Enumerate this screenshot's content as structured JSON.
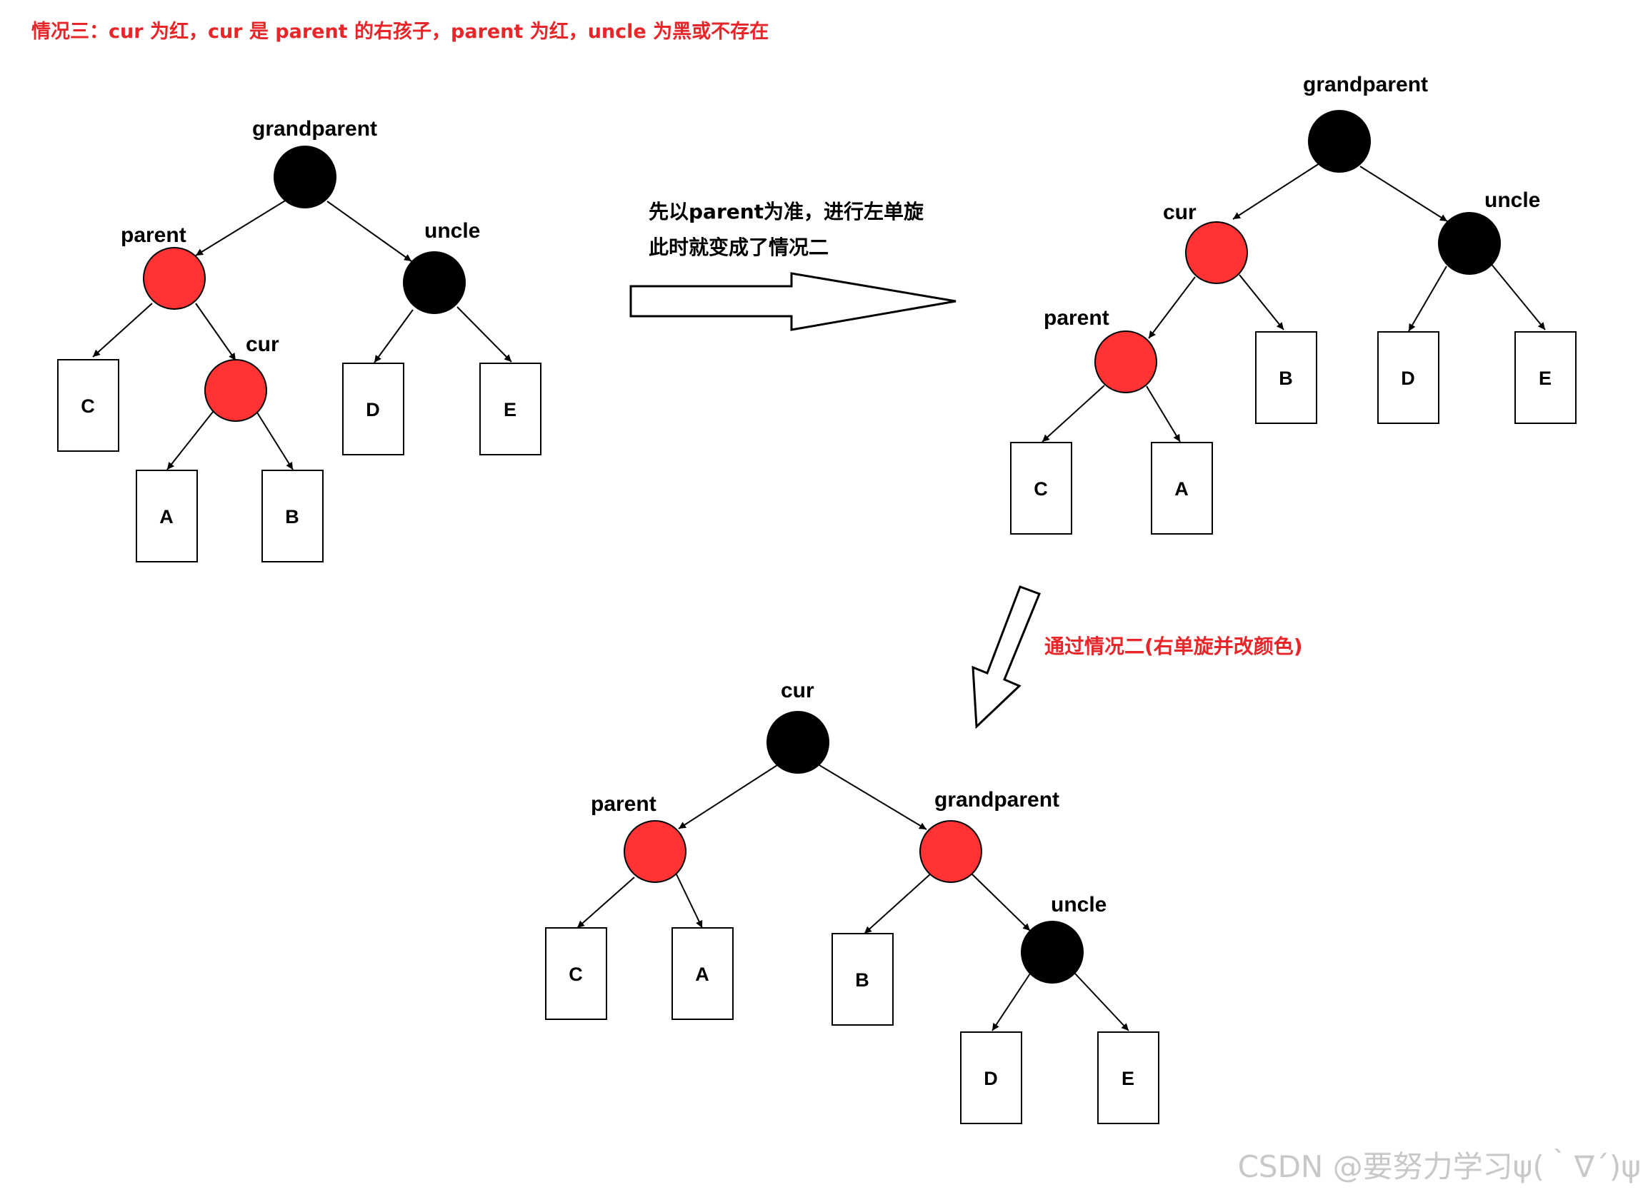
{
  "title": "情况三：cur 为红，cur 是 parent 的右孩子，parent 为红，uncle 为黑或不存在",
  "step1_note": {
    "line1": "先以parent为准，进行左单旋",
    "line2": "此时就变成了情况二"
  },
  "step2_note": "通过情况二(右单旋并改颜色)",
  "watermark": "CSDN @要努力学习ψ(｀∇´)ψ",
  "colors": {
    "red_node": "#ff3333",
    "black_node": "#000000",
    "red_text": "#e8262a"
  },
  "trees": [
    {
      "id": "before",
      "nodes": [
        {
          "id": "gp",
          "label": "grandparent",
          "color": "black"
        },
        {
          "id": "p",
          "label": "parent",
          "color": "red"
        },
        {
          "id": "u",
          "label": "uncle",
          "color": "black"
        },
        {
          "id": "cur",
          "label": "cur",
          "color": "red"
        }
      ],
      "subtrees": [
        "C",
        "A",
        "B",
        "D",
        "E"
      ],
      "edges": [
        [
          "gp",
          "p"
        ],
        [
          "gp",
          "u"
        ],
        [
          "p",
          "C"
        ],
        [
          "p",
          "cur"
        ],
        [
          "cur",
          "A"
        ],
        [
          "cur",
          "B"
        ],
        [
          "u",
          "D"
        ],
        [
          "u",
          "E"
        ]
      ]
    },
    {
      "id": "after-left-rotate",
      "nodes": [
        {
          "id": "gp",
          "label": "grandparent",
          "color": "black"
        },
        {
          "id": "cur",
          "label": "cur",
          "color": "red"
        },
        {
          "id": "u",
          "label": "uncle",
          "color": "black"
        },
        {
          "id": "p",
          "label": "parent",
          "color": "red"
        }
      ],
      "subtrees": [
        "C",
        "A",
        "B",
        "D",
        "E"
      ],
      "edges": [
        [
          "gp",
          "cur"
        ],
        [
          "gp",
          "u"
        ],
        [
          "cur",
          "p"
        ],
        [
          "cur",
          "B"
        ],
        [
          "p",
          "C"
        ],
        [
          "p",
          "A"
        ],
        [
          "u",
          "D"
        ],
        [
          "u",
          "E"
        ]
      ]
    },
    {
      "id": "after-right-rotate",
      "nodes": [
        {
          "id": "cur",
          "label": "cur",
          "color": "black"
        },
        {
          "id": "p",
          "label": "parent",
          "color": "red"
        },
        {
          "id": "gp",
          "label": "grandparent",
          "color": "red"
        },
        {
          "id": "u",
          "label": "uncle",
          "color": "black"
        }
      ],
      "subtrees": [
        "C",
        "A",
        "B",
        "D",
        "E"
      ],
      "edges": [
        [
          "cur",
          "p"
        ],
        [
          "cur",
          "gp"
        ],
        [
          "p",
          "C"
        ],
        [
          "p",
          "A"
        ],
        [
          "gp",
          "B"
        ],
        [
          "gp",
          "u"
        ],
        [
          "u",
          "D"
        ],
        [
          "u",
          "E"
        ]
      ]
    }
  ]
}
